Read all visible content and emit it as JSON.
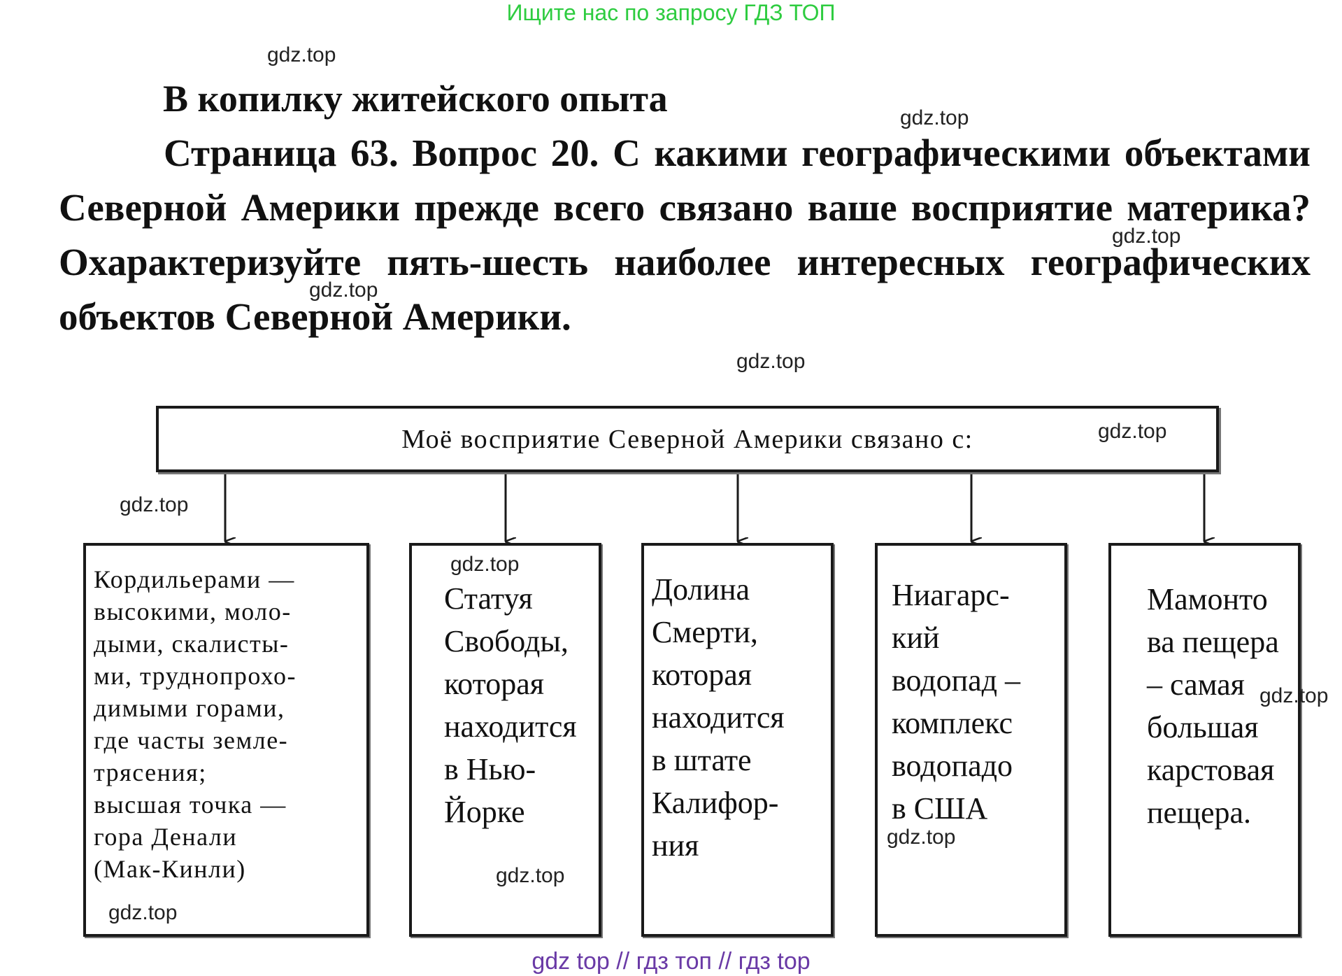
{
  "banner": "Ищите нас по запросу ГДЗ ТОП",
  "heading": "В копилку житейского опыта",
  "question": "Страница 63. Вопрос 20. С какими географическими объектами Северной Америки прежде всего связано ваше восприятие материка? Охарактеризуйте пять-шесть наиболее интересных географических объектов Северной Америки.",
  "diagram": {
    "top_label": "Моё восприятие Северной Америки связано с:",
    "boxes": [
      "Кордильерами —\nвысокими, моло-\nдыми, скалисты-\nми, труднопрохо-\nдимыми горами,\nгде часты земле-\nтрясения;\nвысшая точка —\nгора Денали\n(Мак-Кинли)",
      "Статуя\nСвободы,\nкоторая\nнаходится\nв Нью-\nЙорке",
      "Долина\nСмерти,\nкоторая\nнаходится\nв штате\nКалифор-\nния",
      "Ниагарс-\nкий\nводопад –\nкомплекс\nводопадо\nв  США",
      "Мамонто\nва пещера\n– самая\nбольшая\nкарстовая\nпещера."
    ]
  },
  "watermarks": {
    "w1": "gdz.top",
    "w2": "gdz.top",
    "w3": "gdz.top",
    "w4": "gdz.top",
    "w5": "gdz.top",
    "w6": "gdz.top",
    "w7": "gdz.top",
    "w8": "gdz.top",
    "w9": "gdz.top",
    "w10": "gdz.top",
    "w11": "gdz.top",
    "w12": "gdz.top"
  },
  "footer": "gdz top  //  гдз топ  //  гдз top"
}
